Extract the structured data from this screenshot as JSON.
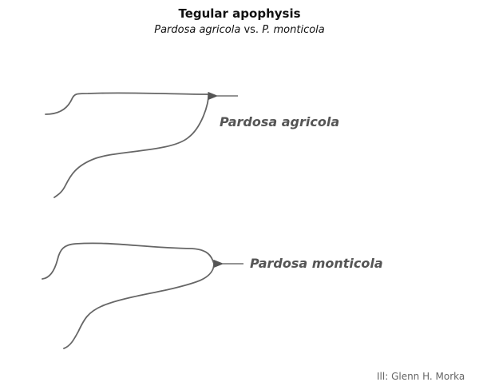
{
  "title": "Tegular apophysis",
  "subtitle": {
    "species1": "Pardosa agricola",
    "vs": " vs. ",
    "species2": "P. monticola"
  },
  "labels": {
    "upper": "Pardosa agricola",
    "lower": "Pardosa monticola"
  },
  "credit": "Ill: Glenn H. Morka"
}
